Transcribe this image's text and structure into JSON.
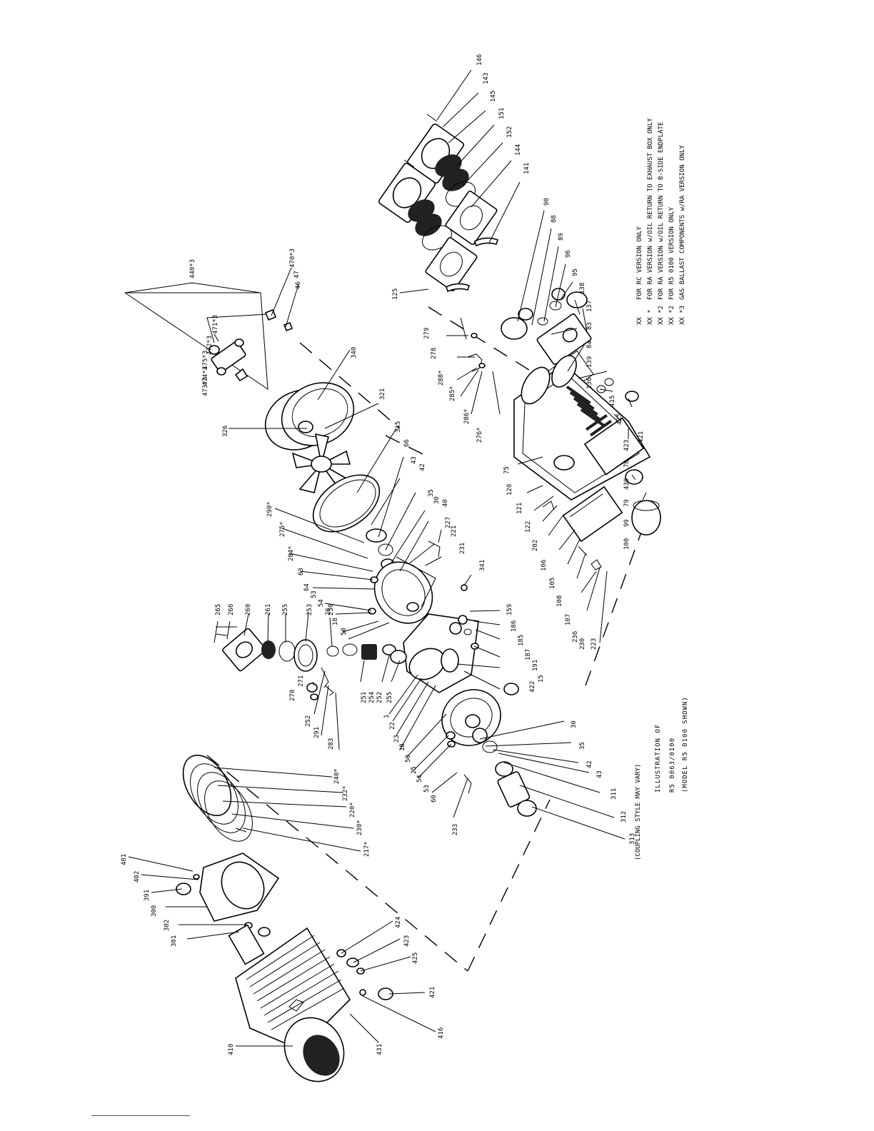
{
  "title": {
    "line1": "ILLUSTRATION OF",
    "line2": "R5 0063/0100",
    "line3": "(MODEL R5 0100 SHOWN)"
  },
  "notes": [
    {
      "code": "XX",
      "text": "FOR RC VERSION ONLY"
    },
    {
      "code": "XX *",
      "text": "FOR RA VERSION w/OIL RETURN TO EXHAUST BOX ONLY"
    },
    {
      "code": "XX *2",
      "text": "FOR RA VERSION w/OIL RETURN TO B-SIDE ENDPLATE"
    },
    {
      "code": "XX *2",
      "text": "FOR R5 0100 VERSION ONLY"
    },
    {
      "code": "XX *3",
      "text": "GAS BALLAST COMPONENTS w/RA VERSION ONLY"
    }
  ],
  "coupling_note": "(COUPLING STYLE MAY VARY)",
  "callouts": {
    "exhaust_filter": [
      "146",
      "143",
      "145",
      "151",
      "152",
      "144",
      "141",
      "125"
    ],
    "oil_return": [
      "90",
      "88",
      "89",
      "96",
      "95",
      "138",
      "137",
      "83",
      "84",
      "139",
      "136"
    ],
    "housing": [
      "415",
      "425",
      "421",
      "423",
      "78",
      "430",
      "79",
      "99",
      "100",
      "75",
      "120",
      "121",
      "122",
      "202",
      "106",
      "105",
      "108",
      "107",
      "236",
      "230",
      "223"
    ],
    "gas_ballast": [
      "440*3",
      "470*3",
      "47",
      "46",
      "471*3",
      "472*3",
      "475*3",
      "474*3",
      "473*3"
    ],
    "fan": [
      "340",
      "321",
      "326",
      "345",
      "66",
      "43",
      "42",
      "35",
      "30",
      "40",
      "227",
      "221",
      "231",
      "341"
    ],
    "endplate_a": [
      "290*",
      "275*",
      "284*",
      "63",
      "64",
      "53",
      "54",
      "26",
      "18",
      "50",
      "159",
      "186",
      "185",
      "187",
      "191",
      "15",
      "422"
    ],
    "inlet_valve": [
      "279",
      "278",
      "288*",
      "285*",
      "286*",
      "276*"
    ],
    "inlet": [
      "265",
      "266",
      "260",
      "261",
      "255",
      "253",
      "250",
      "270",
      "271",
      "252",
      "251",
      "254",
      "252",
      "255",
      "291",
      "283",
      "1",
      "22",
      "23",
      "18",
      "50",
      "25",
      "54",
      "53",
      "60",
      "233"
    ],
    "coupling": [
      "30",
      "35",
      "42",
      "43",
      "311",
      "312",
      "313",
      "240*",
      "232*",
      "220*",
      "230*",
      "217*"
    ],
    "motor": [
      "401",
      "402",
      "391",
      "300",
      "302",
      "301",
      "424",
      "423",
      "425",
      "421",
      "416",
      "431",
      "410"
    ]
  }
}
